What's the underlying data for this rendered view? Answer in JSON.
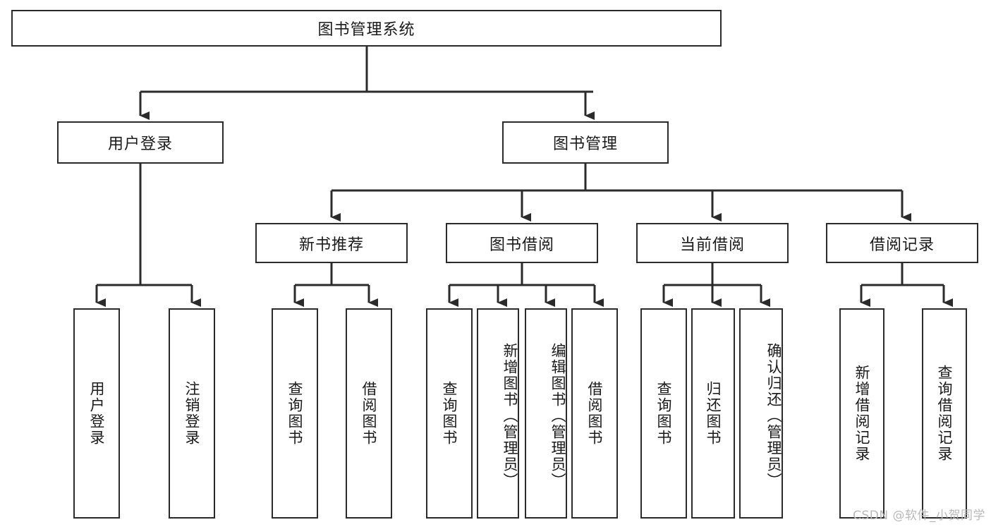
{
  "diagram": {
    "title": "图书管理系统",
    "type": "tree",
    "watermark": "CSDN @软件_小贺同学",
    "nodes": {
      "root": {
        "label": "图书管理系统"
      },
      "level2": [
        {
          "label": "用户登录"
        },
        {
          "label": "图书管理"
        }
      ],
      "level3": [
        {
          "label": "新书推荐"
        },
        {
          "label": "图书借阅"
        },
        {
          "label": "当前借阅"
        },
        {
          "label": "借阅记录"
        }
      ],
      "leaves_user_login": [
        {
          "label": "用户登录"
        },
        {
          "label": "注销登录"
        }
      ],
      "leaves_new_book": [
        {
          "label": "查询图书"
        },
        {
          "label": "借阅图书"
        }
      ],
      "leaves_borrow": [
        {
          "label": "查询图书"
        },
        {
          "label": "新增图书（管理员）"
        },
        {
          "label": "编辑图书（管理员）"
        },
        {
          "label": "借阅图书"
        }
      ],
      "leaves_current": [
        {
          "label": "查询图书"
        },
        {
          "label": "归还图书"
        },
        {
          "label": "确认归还（管理员）"
        }
      ],
      "leaves_record": [
        {
          "label": "新增借阅记录"
        },
        {
          "label": "查询借阅记录"
        }
      ]
    },
    "colors": {
      "stroke": "#2b2b2b",
      "fill": "#ffffff",
      "text": "#1a1a1a",
      "watermark": "#b9b9b9"
    }
  }
}
